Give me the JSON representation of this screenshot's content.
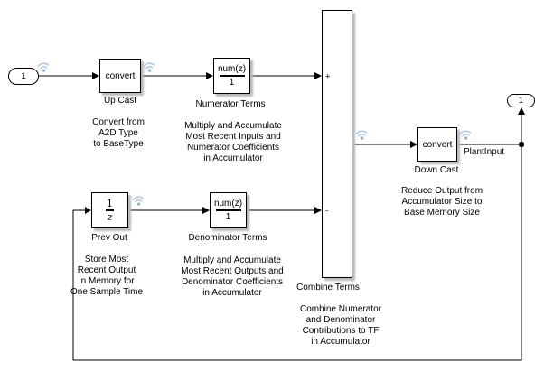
{
  "canvas": {
    "background": "#ffffff",
    "wire_color": "#000000",
    "badge_arc_color": "#aec9e6",
    "badge_dot_color": "#8fb2da"
  },
  "inport": {
    "label": "1"
  },
  "outport": {
    "label": "1"
  },
  "blocks": {
    "up_cast": {
      "content": "convert",
      "name": "Up Cast",
      "annotation": "Convert from\nA2D Type\nto BaseType"
    },
    "numerator": {
      "numerator": "num(z)",
      "denominator": "1",
      "name": "Numerator Terms",
      "annotation": "Multiply and Accumulate\nMost Recent Inputs and\nNumerator Coefficients\nin Accumulator"
    },
    "prev_out": {
      "numerator": "1",
      "denominator": "z",
      "name": "Prev Out",
      "annotation": "Store Most\nRecent Output\nin Memory for\nOne Sample Time"
    },
    "denominator": {
      "numerator": "num(z)",
      "denominator": "1",
      "name": "Denominator Terms",
      "annotation": "Multiply and Accumulate\nMost Recent Outputs and\nDenominator Coefficients\nin Accumulator"
    },
    "combine": {
      "plus": "+",
      "minus": "-",
      "name": "Combine Terms",
      "annotation": "Combine Numerator\nand Denominator\nContributions to TF\nin Accumulator"
    },
    "down_cast": {
      "content": "convert",
      "name": "Down Cast",
      "signal_label": "PlantInput",
      "annotation": "Reduce Output from\nAccumulator Size to\nBase Memory Size"
    }
  }
}
